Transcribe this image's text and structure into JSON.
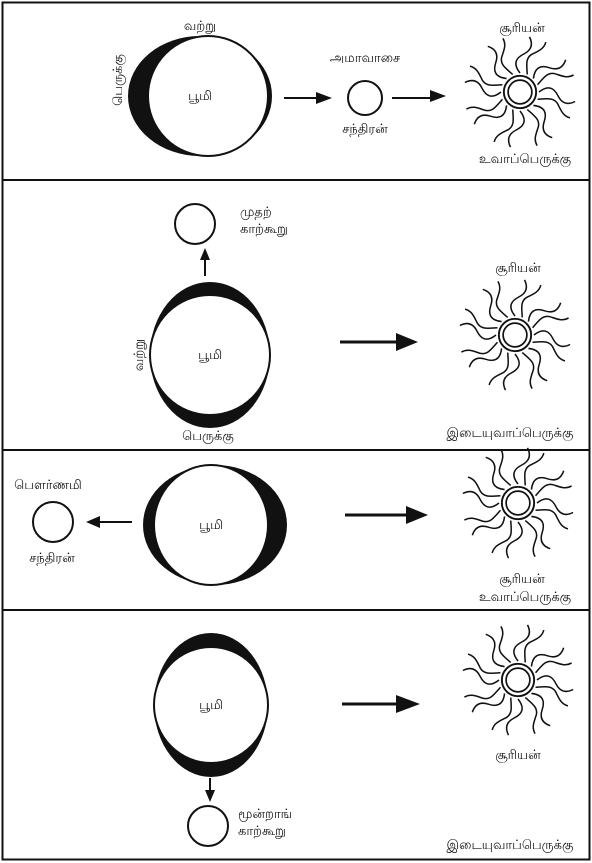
{
  "panels": [
    {
      "earth_label": "பூமி",
      "crescent_top_label": "வற்று",
      "crescent_side_label": "பெருக்கு",
      "moon_top_label": "அமாவாசை",
      "moon_bottom_label": "சந்திரன்",
      "sun_top_label": "சூரியன்",
      "sun_bottom_label": "உவாப்பெருக்கு"
    },
    {
      "earth_label": "பூமி",
      "crescent_side_label": "வற்று",
      "crescent_bottom_label": "பெருக்கு",
      "moon_label_line1": "முதற்",
      "moon_label_line2": "காற்கூறு",
      "sun_top_label": "சூரியன்",
      "sun_bottom_label": "இடையுவாப்பெருக்கு"
    },
    {
      "earth_label": "பூமி",
      "moon_top_label": "பௌர்ணமி",
      "moon_bottom_label": "சந்திரன்",
      "sun_bottom_label1": "சூரியன்",
      "sun_bottom_label2": "உவாப்பெருக்கு"
    },
    {
      "earth_label": "பூமி",
      "moon_label_line1": "மூன்றாங்",
      "moon_label_line2": "காற்கூறு",
      "sun_bottom_label": "சூரியன்",
      "footer_label": "இடையுவாப்பெருக்கு"
    }
  ]
}
